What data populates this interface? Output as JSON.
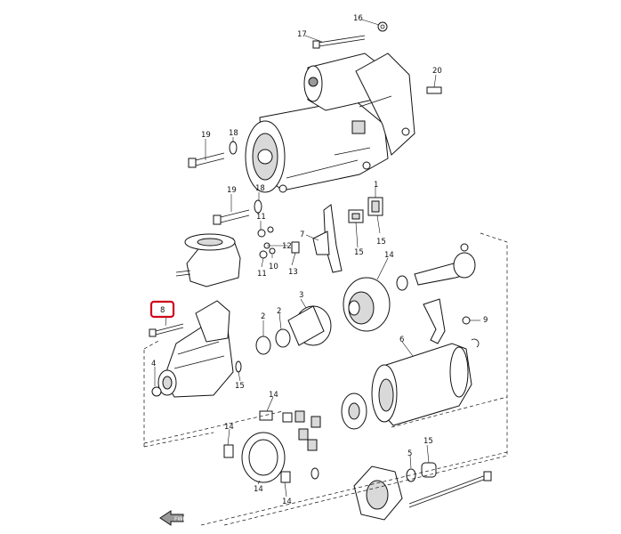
{
  "diagram": {
    "labels": {
      "p1": "1",
      "p2a": "2",
      "p2b": "2",
      "p3": "3",
      "p4": "4",
      "p5": "5",
      "p6": "6",
      "p7": "7",
      "p8": "8",
      "p9": "9",
      "p10": "10",
      "p11a": "11",
      "p11b": "11",
      "p12": "12",
      "p13": "13",
      "p14a": "14",
      "p14b": "14",
      "p14c": "14",
      "p14d": "14",
      "p14e": "14",
      "p15a": "15",
      "p15b": "15",
      "p15c": "15",
      "p15d": "15",
      "p16": "16",
      "p17": "17",
      "p18a": "18",
      "p18b": "18",
      "p19a": "19",
      "p19b": "19",
      "p20": "20"
    },
    "highlighted_part": "8",
    "highlight_color": "#d0021b",
    "direction_marker": "FWD"
  }
}
